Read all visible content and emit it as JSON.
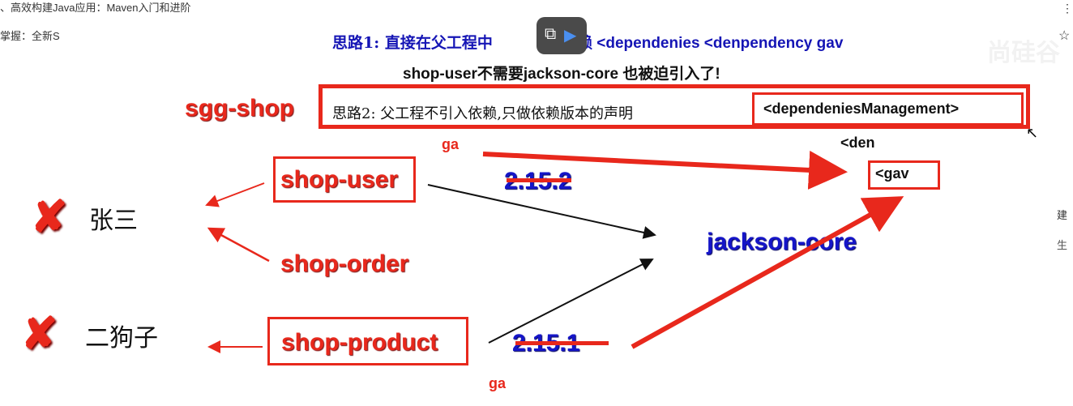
{
  "header": {
    "course_title": "、高效构建Java应用：Maven入门和进阶",
    "subtitle": "掌握：全新S"
  },
  "slide": {
    "idea1_prefix": "思路1: 直接在父工程中",
    "idea1_suffix": "赖  <dependenies  <denpendency  gav",
    "problem": "shop-user不需要jackson-core 也被迫引入了!",
    "idea2": "思路2: 父工程不引入依赖,只做依赖版本的声明",
    "dep_mgmt": "<dependeniesManagement>",
    "parent": "sgg-shop",
    "ga_top": "ga",
    "den": "<den",
    "gav": "<gav",
    "shop_user": "shop-user",
    "shop_order": "shop-order",
    "shop_product": "shop-product",
    "version_a": "2.15.2",
    "version_b": "2.15.1",
    "jackson": "jackson-core",
    "person1": "张三",
    "person2": "二狗子",
    "ga_bottom": "ga"
  },
  "right_panel": {
    "chars": [
      "建",
      "生"
    ],
    "watermark": "尚硅谷"
  },
  "colors": {
    "red": "#e8281c",
    "blue": "#1515b5"
  }
}
